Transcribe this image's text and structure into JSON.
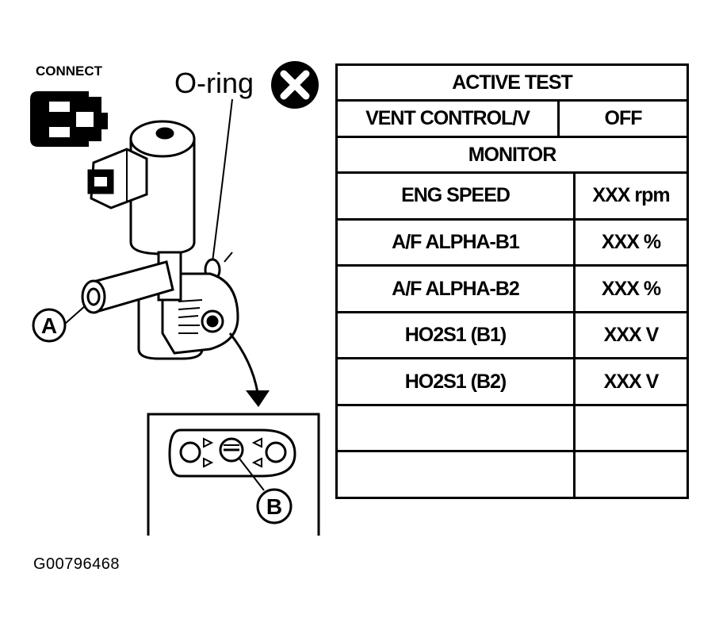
{
  "illustration": {
    "connect_label": "CONNECT",
    "o_ring_label": "O-ring",
    "callout_a": "A",
    "callout_b": "B"
  },
  "table": {
    "title": "ACTIVE TEST",
    "test_item": "VENT CONTROL/V",
    "test_value": "OFF",
    "section": "MONITOR",
    "rows": [
      {
        "item": "ENG SPEED",
        "value": "XXX rpm"
      },
      {
        "item": "A/F ALPHA-B1",
        "value": "XXX %"
      },
      {
        "item": "A/F ALPHA-B2",
        "value": "XXX %"
      },
      {
        "item": "HO2S1 (B1)",
        "value": "XXX V"
      },
      {
        "item": "HO2S1 (B2)",
        "value": "XXX V"
      },
      {
        "item": "",
        "value": ""
      },
      {
        "item": "",
        "value": ""
      }
    ]
  },
  "figure_id": "G00796468"
}
